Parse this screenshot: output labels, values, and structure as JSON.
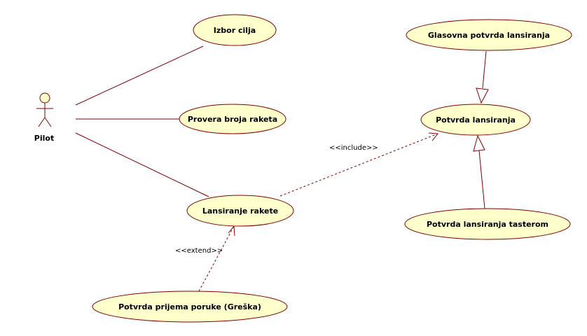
{
  "actor": {
    "name": "Pilot"
  },
  "use_cases": {
    "izbor_cilja": "Izbor cilja",
    "provera_broja_raketa": "Provera broja raketa",
    "lansiranje_rakete": "Lansiranje rakete",
    "potvrda_prijema_poruke": "Potvrda prijema poruke (Greška)",
    "glasovna_potvrda": "Glasovna potvrda lansiranja",
    "potvrda_lansiranja": "Potvrda lansiranja",
    "potvrda_tasterom": "Potvrda lansiranja tasterom"
  },
  "relationships": {
    "include_label": "<<include>>",
    "extend_label": "<<extend>>"
  },
  "colors": {
    "line": "#800000",
    "fill": "#ffffcc",
    "background": "#ffffff"
  }
}
